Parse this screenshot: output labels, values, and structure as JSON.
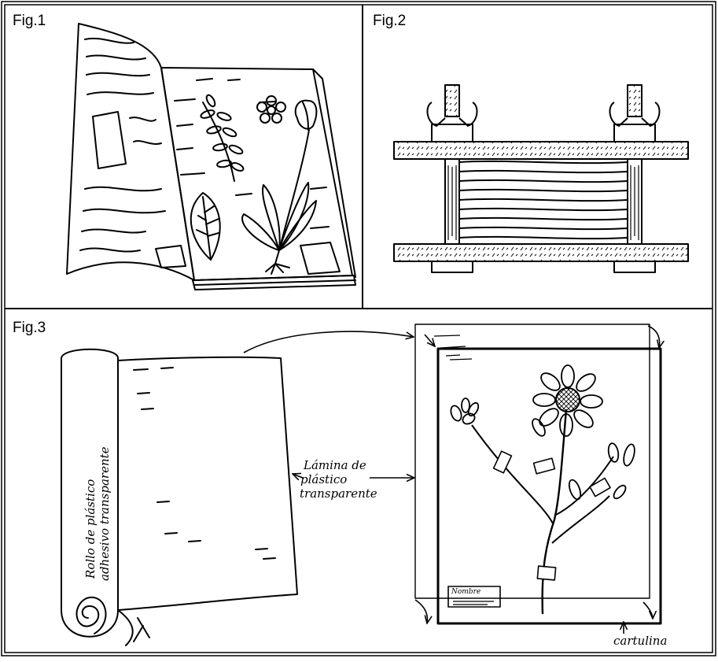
{
  "figures": {
    "fig1": {
      "label": "Fig.1"
    },
    "fig2": {
      "label": "Fig.2"
    },
    "fig3": {
      "label": "Fig.3",
      "roll_label_line1": "Rollo de plástico",
      "roll_label_line2": "adhesivo transparente",
      "sheet_label": [
        "Lámina de",
        "plástico",
        "transparente"
      ],
      "name_tag": "Nombre",
      "card_label": "cartulina"
    }
  },
  "colors": {
    "ink": "#000000",
    "paper": "#ffffff",
    "screw_hatch": "#444444"
  }
}
